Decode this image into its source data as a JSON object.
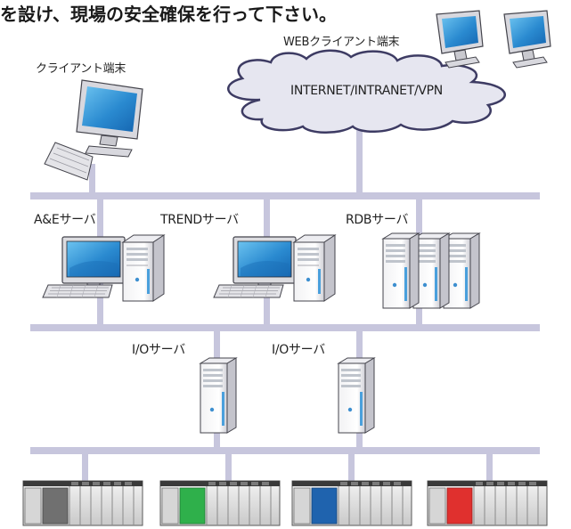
{
  "header_text": "を設け、現場の安全確保を行って下さい。",
  "labels": {
    "web_client": "WEBクライアント端末",
    "client": "クライアント端末",
    "network": "INTERNET/INTRANET/VPN",
    "ae_server": "A&Eサーバ",
    "trend_server": "TRENDサーバ",
    "rdb_server": "RDBサーバ",
    "io_server_1": "I/Oサーバ",
    "io_server_2": "I/Oサーバ"
  },
  "colors": {
    "bus": "#c7c6dd",
    "cloud_fill": "#e6e6f0",
    "cloud_stroke": "#3d3b63",
    "screen": "#2f8fd0",
    "plc_module_1": "#707070",
    "plc_module_2": "#2fb04b",
    "plc_module_3": "#1f63ae",
    "plc_module_4": "#e0302e"
  }
}
